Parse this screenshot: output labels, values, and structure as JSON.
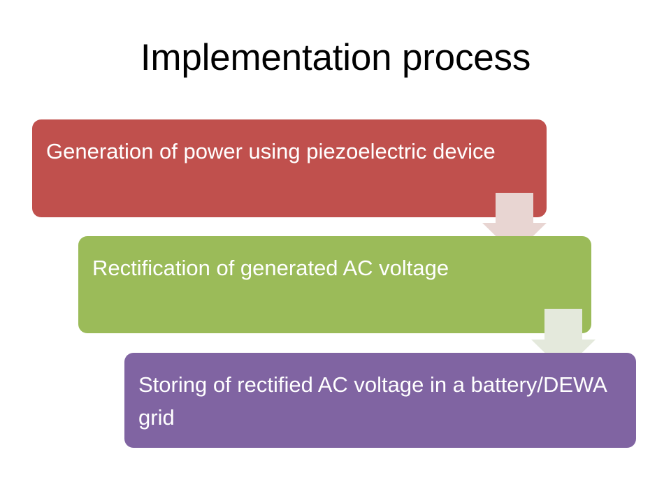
{
  "slide": {
    "title": "Implementation process",
    "background_color": "#FFFFFF"
  },
  "steps": [
    {
      "id": "generation",
      "label": "Generation of power using piezoelectric device",
      "color": "#C0504D",
      "text_color": "#FFFFFF"
    },
    {
      "id": "rectification",
      "label": "Rectification of generated AC voltage",
      "color": "#9BBB59",
      "text_color": "#FFFFFF"
    },
    {
      "id": "storing",
      "label": "Storing of rectified AC voltage in a battery/DEWA grid",
      "color": "#8064A2",
      "text_color": "#FFFFFF"
    }
  ],
  "connectors": [
    {
      "id": "arrow-generation-to-rectification",
      "icon": "down-arrow-icon",
      "color": "#E8D5D2",
      "from": "generation",
      "to": "rectification"
    },
    {
      "id": "arrow-rectification-to-storing",
      "icon": "down-arrow-icon",
      "color": "#E4E9DC",
      "from": "rectification",
      "to": "storing"
    }
  ]
}
